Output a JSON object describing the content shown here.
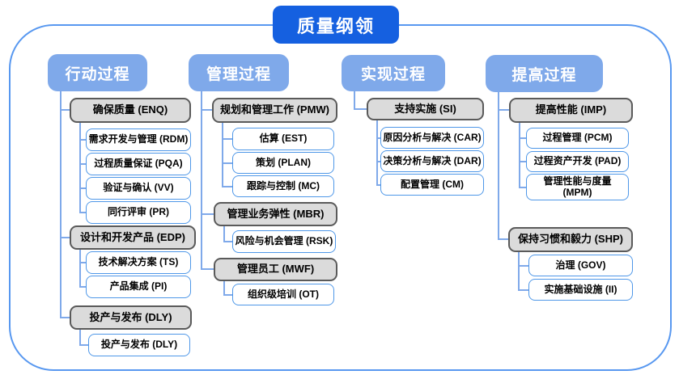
{
  "title": "质量纲领",
  "colors": {
    "title_bg": "#1560E0",
    "header_bg": "#7FA9EA",
    "gray_box_fill": "#DBDBDB",
    "gray_box_border": "#5A5A5A",
    "leaf_box_border": "#4E97E8",
    "connector": "#7FA9EA",
    "frame_border": "#5898F0",
    "text_dark": "#000000",
    "text_light": "#FFFFFF"
  },
  "columns": [
    {
      "header": "行动过程",
      "groups": [
        {
          "label": "确保质量 (ENQ)",
          "children": [
            "需求开发与管理 (RDM)",
            "过程质量保证 (PQA)",
            "验证与确认 (VV)",
            "同行评审 (PR)"
          ]
        },
        {
          "label": "设计和开发产品 (EDP)",
          "children": [
            "技术解决方案 (TS)",
            "产品集成 (PI)"
          ]
        },
        {
          "label": "投产与发布 (DLY)",
          "children": [
            "投产与发布 (DLY)"
          ]
        }
      ]
    },
    {
      "header": "管理过程",
      "groups": [
        {
          "label": "规划和管理工作 (PMW)",
          "children": [
            "估算 (EST)",
            "策划 (PLAN)",
            "跟踪与控制 (MC)"
          ]
        },
        {
          "label": "管理业务弹性 (MBR)",
          "children": [
            "风险与机会管理 (RSK)"
          ]
        },
        {
          "label": "管理员工 (MWF)",
          "children": [
            "组织级培训 (OT)"
          ]
        }
      ]
    },
    {
      "header": "实现过程",
      "groups": [
        {
          "label": "支持实施 (SI)",
          "children": [
            "原因分析与解决 (CAR)",
            "决策分析与解决 (DAR)",
            "配置管理 (CM)"
          ]
        }
      ]
    },
    {
      "header": "提高过程",
      "groups": [
        {
          "label": "提高性能 (IMP)",
          "children": [
            "过程管理 (PCM)",
            "过程资产开发 (PAD)",
            "管理性能与度量 (MPM)"
          ]
        },
        {
          "label": "保持习惯和毅力 (SHP)",
          "children": [
            "治理 (GOV)",
            "实施基础设施 (II)"
          ]
        }
      ]
    }
  ]
}
